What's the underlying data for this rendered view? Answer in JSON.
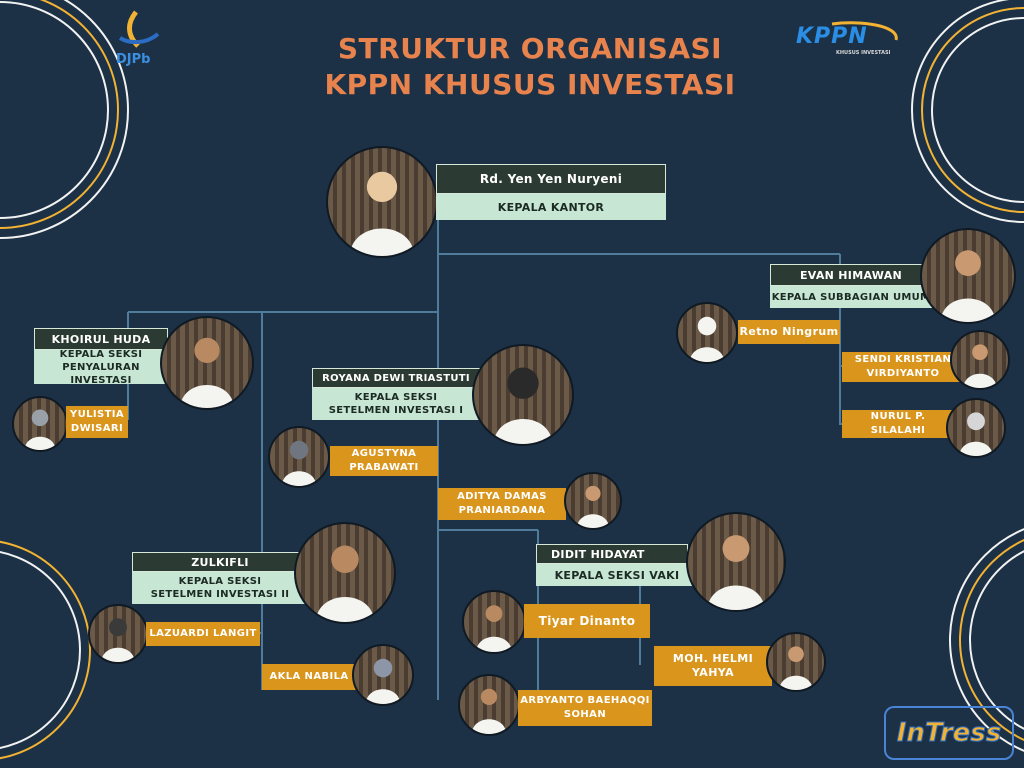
{
  "header": {
    "title_line1": "STRUKTUR ORGANISASI",
    "title_line2": "KPPN KHUSUS INVESTASI",
    "left_logo": "DJPb",
    "right_logo": "KPPN",
    "right_logo_sub": "KHUSUS INVESTASI",
    "corner_logo": "InTress"
  },
  "head": {
    "name": "Rd. Yen Yen Nuryeni",
    "role": "KEPALA KANTOR"
  },
  "umum": {
    "name": "EVAN HIMAWAN",
    "role": "KEPALA SUBBAGIAN UMUM",
    "staff": [
      "Retno Ningrum",
      "SENDI KRISTIAN VIRDIYANTO",
      "NURUL P. SILALAHI"
    ]
  },
  "penyaluran": {
    "name": "KHOIRUL HUDA",
    "role_line1": "KEPALA SEKSI",
    "role_line2": "PENYALURAN INVESTASI",
    "staff": [
      "YULISTIA",
      "DWISARI"
    ]
  },
  "setelmen1": {
    "name": "ROYANA DEWI TRIASTUTI",
    "role_line1": "KEPALA SEKSI",
    "role_line2": "SETELMEN INVESTASI I",
    "staff1": [
      "AGUSTYNA",
      "PRABAWATI"
    ],
    "staff2": [
      "ADITYA DAMAS",
      "PRANIARDANA"
    ]
  },
  "setelmen2": {
    "name": "ZULKIFLI",
    "role_line1": "KEPALA SEKSI",
    "role_line2": "SETELMEN INVESTASI II",
    "staff": [
      "LAZUARDI LANGIT",
      "AKLA NABILA"
    ]
  },
  "vaki": {
    "name": "DIDIT HIDAYAT",
    "role": "KEPALA SEKSI VAKI",
    "staff1": "Tiyar Dinanto",
    "staff2": [
      "MOH. HELMI",
      "YAHYA"
    ],
    "staff3": [
      "ARBYANTO BAEHAQQI",
      "SOHAN"
    ]
  },
  "colors": {
    "background": "#1c3145",
    "title": "#e8834e",
    "staff_box": "#d9951c",
    "role_box": "#c7e6d3",
    "name_box": "#2c3a34",
    "connector": "#4f7c9a"
  }
}
